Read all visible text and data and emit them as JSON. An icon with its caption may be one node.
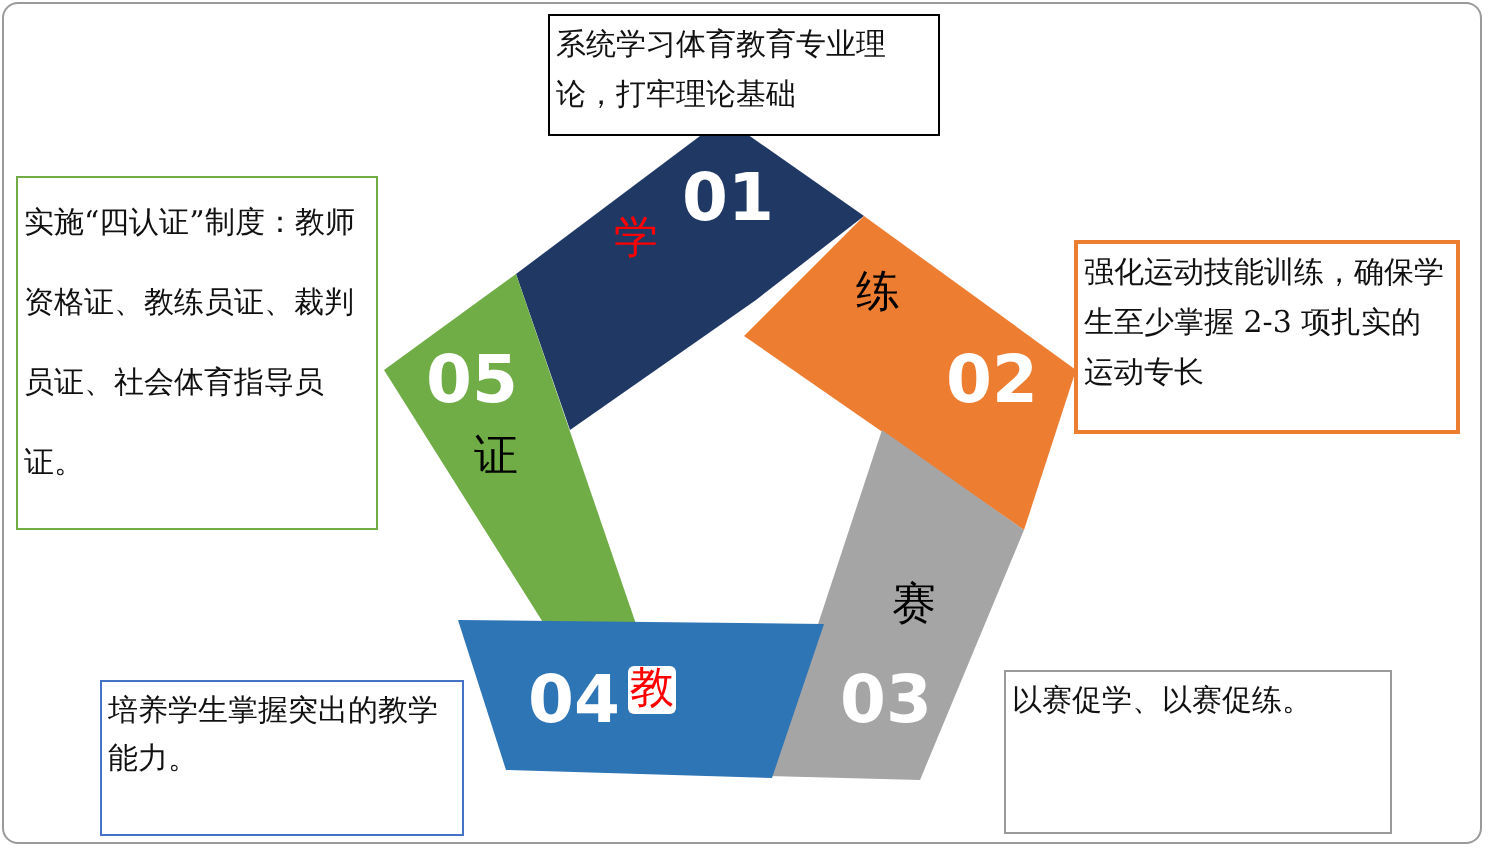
{
  "diagram": {
    "nodes": [
      {
        "text": [
          "系统学习体育教育专业理论，打牢理论基础"
        ]
      },
      {
        "text": [
          "01",
          "学"
        ]
      },
      {
        "text": [
          "实施“四认证”制度：",
          "教师资格证、教练员证、裁判员证、社会体育指导员证。"
        ]
      },
      {
        "text": [
          "05",
          "证"
        ]
      },
      {
        "text": [
          "练",
          "02"
        ]
      },
      {
        "text": [
          "强化运动技能训练，确保学生至少掌握 2-3 项扎实的运动专长"
        ]
      },
      {
        "text": [
          "赛",
          "03"
        ]
      },
      {
        "text": [
          "04",
          "教"
        ]
      },
      {
        "text": [
          "培养学生掌握突出的教学能力。"
        ]
      },
      {
        "text": [
          "以赛促学、以赛促练。"
        ]
      }
    ]
  }
}
